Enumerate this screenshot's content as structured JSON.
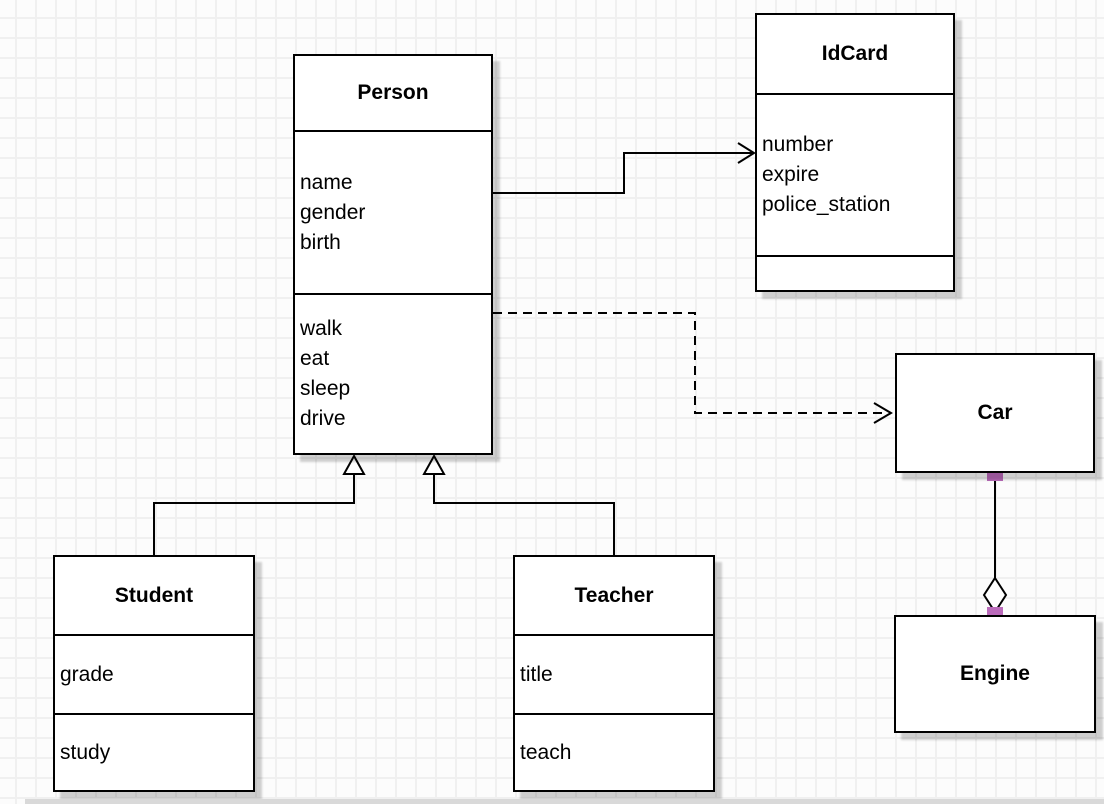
{
  "diagram": {
    "classes": {
      "person": {
        "name": "Person",
        "attributes": [
          "name",
          "gender",
          "birth"
        ],
        "methods": [
          "walk",
          "eat",
          "sleep",
          "drive"
        ]
      },
      "idcard": {
        "name": "IdCard",
        "attributes": [
          "number",
          "expire",
          "police_station"
        ],
        "methods": []
      },
      "car": {
        "name": "Car",
        "attributes": [],
        "methods": []
      },
      "engine": {
        "name": "Engine",
        "attributes": [],
        "methods": []
      },
      "student": {
        "name": "Student",
        "attributes": [
          "grade"
        ],
        "methods": [
          "study"
        ]
      },
      "teacher": {
        "name": "Teacher",
        "attributes": [
          "title"
        ],
        "methods": [
          "teach"
        ]
      }
    },
    "relationships": [
      {
        "type": "association",
        "from": "Person",
        "to": "IdCard",
        "line": "solid",
        "arrow": "open"
      },
      {
        "type": "dependency",
        "from": "Person",
        "to": "Car",
        "line": "dashed",
        "arrow": "open"
      },
      {
        "type": "generalization",
        "from": "Student",
        "to": "Person",
        "line": "solid",
        "arrow": "hollow-triangle"
      },
      {
        "type": "generalization",
        "from": "Teacher",
        "to": "Person",
        "line": "solid",
        "arrow": "hollow-triangle"
      },
      {
        "type": "aggregation",
        "from": "Car",
        "to": "Engine",
        "line": "solid",
        "arrow": "hollow-diamond"
      }
    ],
    "colors": {
      "handle": "#ba6aba",
      "line": "#000000",
      "box_fill": "#ffffff",
      "grid_line": "#f0f0f0",
      "canvas": "#fcfcfc"
    }
  }
}
